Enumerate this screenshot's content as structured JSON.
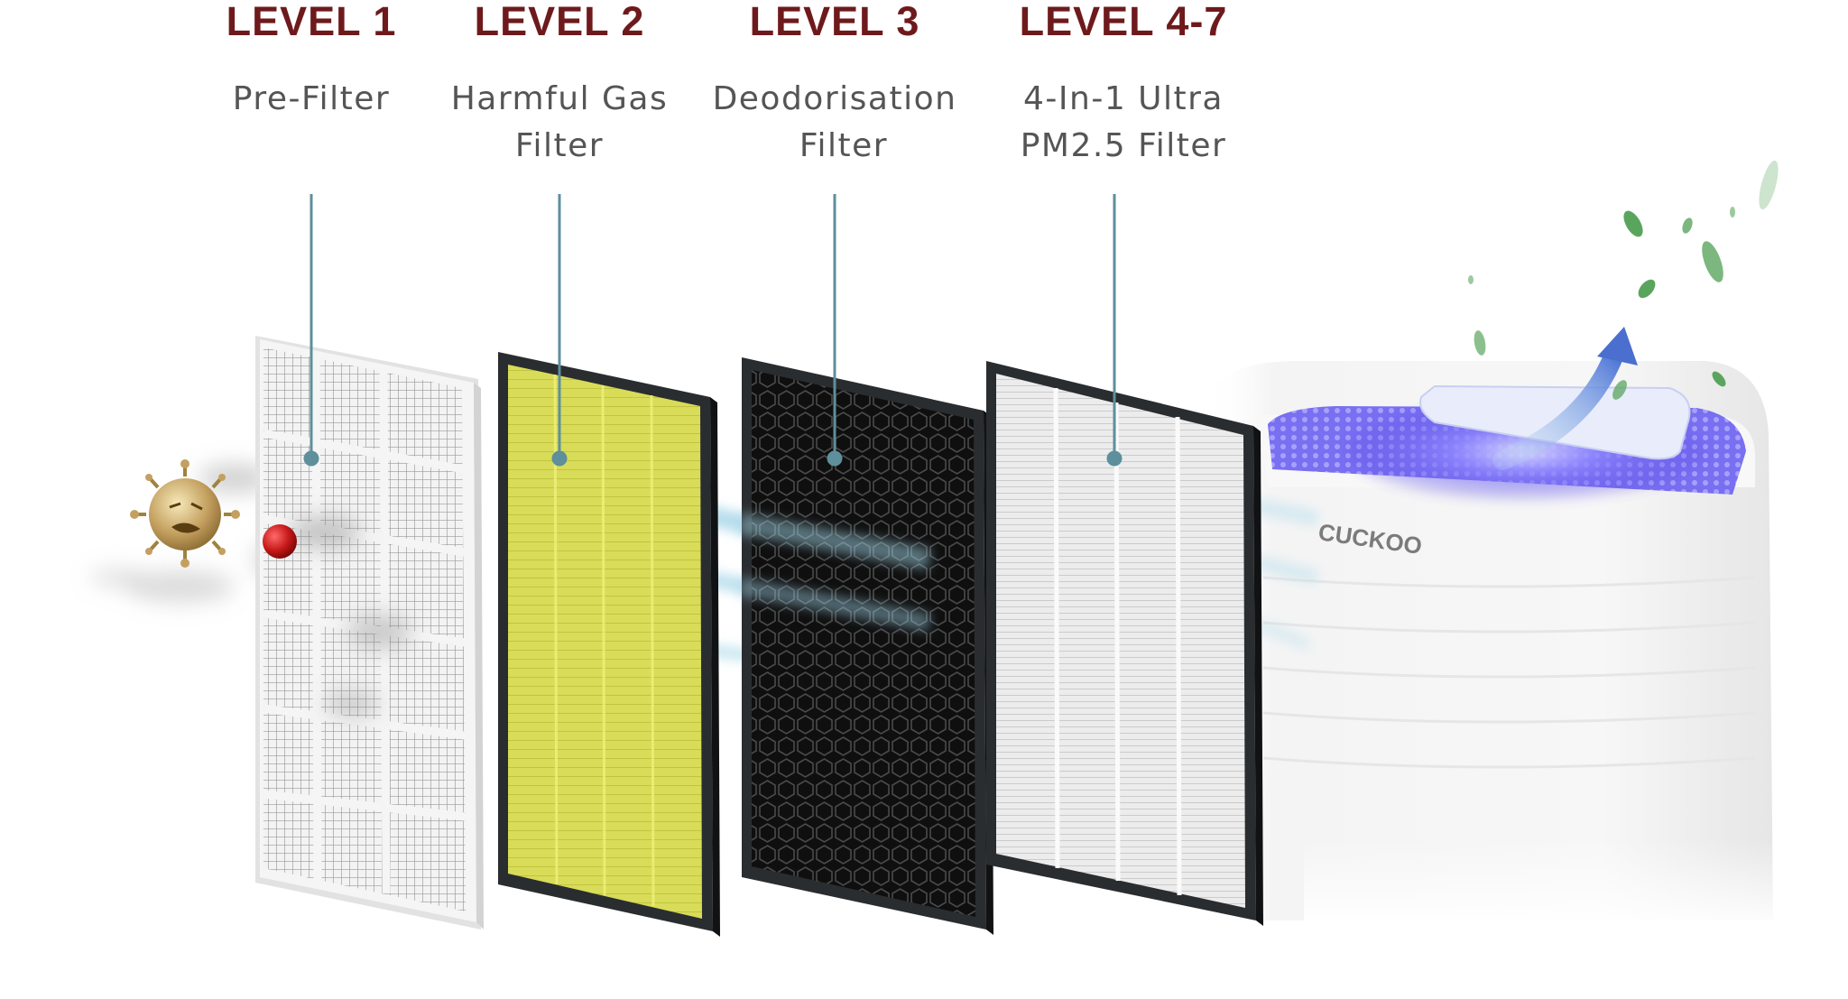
{
  "levels": [
    {
      "title": "LEVEL 1",
      "line1": "Pre-Filter",
      "line2": ""
    },
    {
      "title": "LEVEL 2",
      "line1": "Harmful Gas",
      "line2": "Filter"
    },
    {
      "title": "LEVEL 3",
      "line1": "Deodorisation",
      "line2": "Filter"
    },
    {
      "title": "LEVEL 4-7",
      "line1": "4-In-1 Ultra",
      "line2": "PM2.5 Filter"
    }
  ],
  "brand": "CUCKOO",
  "colors": {
    "title": "#6e1a1c",
    "text": "#555555",
    "pointer": "#5e8f9c",
    "pre_filter": "#f1f1f1",
    "gas_filter": "#d9dc55",
    "carbon_filter": "#1b1b1b",
    "hepa_filter": "#e4e4e4",
    "frame": "#2a2d30",
    "uv_light": "#7a6cff",
    "airflow": "#9fd3e6"
  },
  "icons": [
    "virus-icon",
    "particle-icon",
    "leaf-icon",
    "airflow-arrow-icon"
  ]
}
